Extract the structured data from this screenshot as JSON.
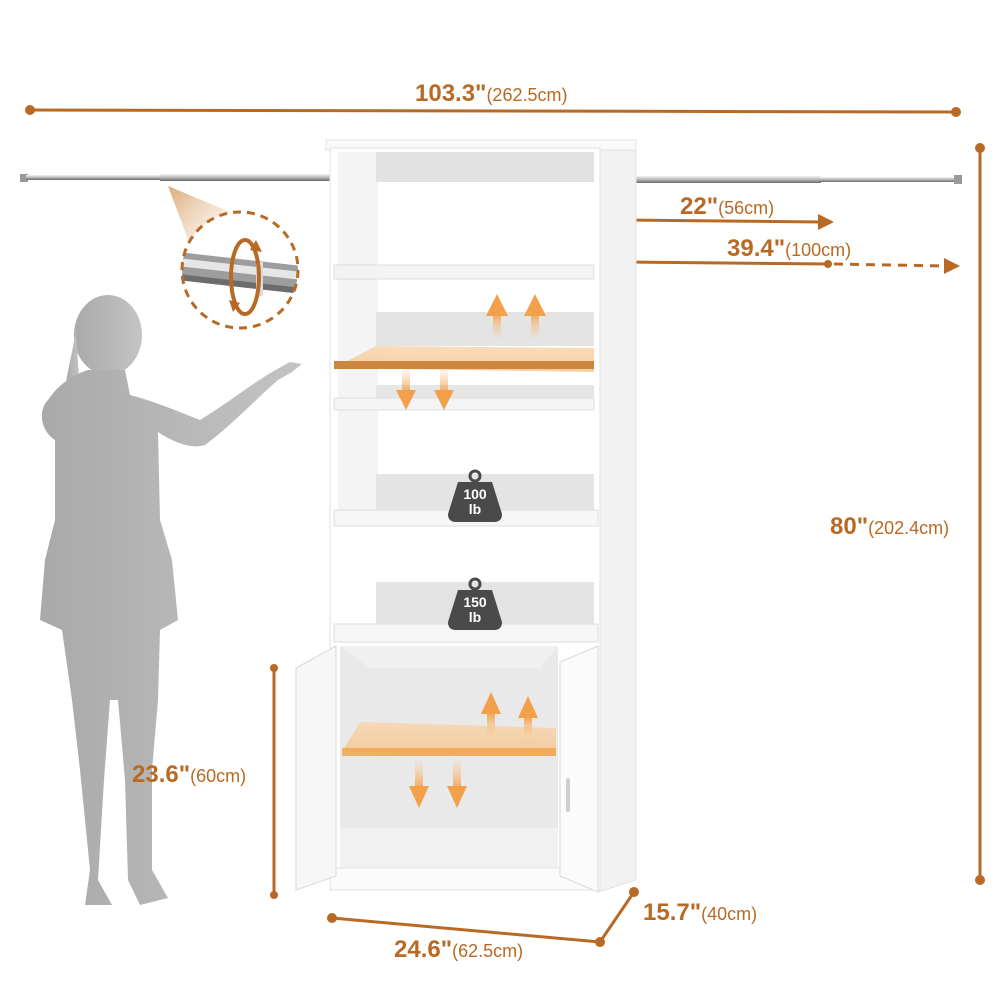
{
  "diagram": {
    "subject": "Tall white closet storage cabinet with adjustable shelves, two-door base cabinet and telescopic hanging rods",
    "accent_color": "#b86a24",
    "highlight_color": "#f2a65a",
    "weight_icon_color": "#4a4a4a"
  },
  "dimensions": {
    "total_width": {
      "imperial": "103.3\"",
      "metric": "(262.5cm)"
    },
    "rod_min": {
      "imperial": "22\"",
      "metric": "(56cm)"
    },
    "rod_max": {
      "imperial": "39.4\"",
      "metric": "(100cm)"
    },
    "height": {
      "imperial": "80\"",
      "metric": "(202.4cm)"
    },
    "cabinet_height": {
      "imperial": "23.6\"",
      "metric": "(60cm)"
    },
    "width": {
      "imperial": "24.6\"",
      "metric": "(62.5cm)"
    },
    "depth": {
      "imperial": "15.7\"",
      "metric": "(40cm)"
    }
  },
  "load_ratings": [
    {
      "value": "100",
      "unit": "lb"
    },
    {
      "value": "150",
      "unit": "lb"
    }
  ],
  "callouts": {
    "rod_detail": "telescopic-rod-rotate-detail",
    "adjustable_shelf_upper": "adjustable-shelf",
    "adjustable_shelf_lower": "adjustable-shelf"
  }
}
